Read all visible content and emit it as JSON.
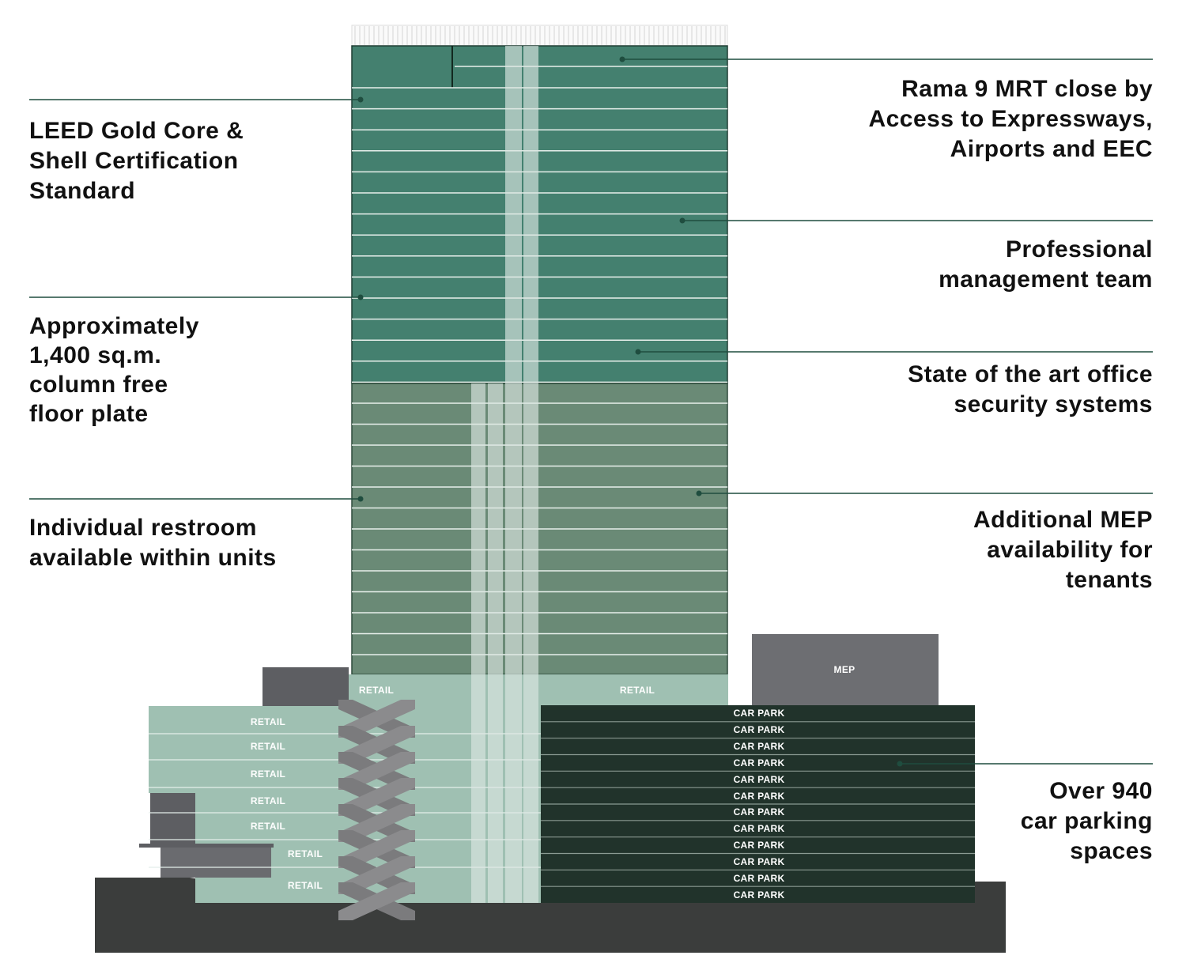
{
  "features_left": [
    {
      "lines": [
        "LEED Gold Core &",
        "Shell Certification",
        "Standard"
      ]
    },
    {
      "lines": [
        "Approximately",
        "1,400 sq.m.",
        "column free",
        "floor plate"
      ]
    },
    {
      "lines": [
        "Individual restroom",
        "available within units"
      ]
    }
  ],
  "features_right": [
    {
      "lines": [
        "Rama 9 MRT close by",
        "Access to Expressways,",
        "Airports and EEC"
      ]
    },
    {
      "lines": [
        "Professional",
        "management team"
      ]
    },
    {
      "lines": [
        "State of the art office",
        "security systems"
      ]
    },
    {
      "lines": [
        "Additional MEP",
        "availability for",
        "tenants"
      ]
    },
    {
      "lines": [
        "Over 940",
        "car parking",
        "spaces"
      ]
    }
  ],
  "zones": {
    "mep": "MEP",
    "retail": "RETAIL",
    "car_park": "CAR PARK"
  },
  "colors": {
    "office_upper": "#44806f",
    "office_lower": "#6a8a76",
    "retail": "#9fc0b2",
    "car_park": "#21332b",
    "mep": "#6d6e72",
    "ground": "#3b3d3c",
    "leader": "#1f4d3f"
  }
}
